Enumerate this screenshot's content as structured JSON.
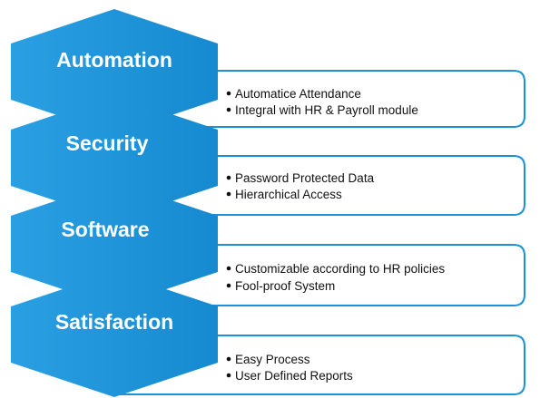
{
  "colors": {
    "chevron_blue": "#1a92d8",
    "chevron_dark": "#0f6fb3",
    "box_border": "#1a92d8",
    "text": "#111111",
    "background": "#ffffff"
  },
  "sections": [
    {
      "title": "Automation",
      "bullets": [
        "Automatice Attendance",
        "Integral with HR & Payroll module"
      ]
    },
    {
      "title": "Security",
      "bullets": [
        "Password Protected Data",
        "Hierarchical Access"
      ]
    },
    {
      "title": "Software",
      "bullets": [
        "Customizable according to HR policies",
        "Fool-proof System"
      ]
    },
    {
      "title": "Satisfaction",
      "bullets": [
        "Easy Process",
        "User Defined Reports"
      ]
    }
  ]
}
